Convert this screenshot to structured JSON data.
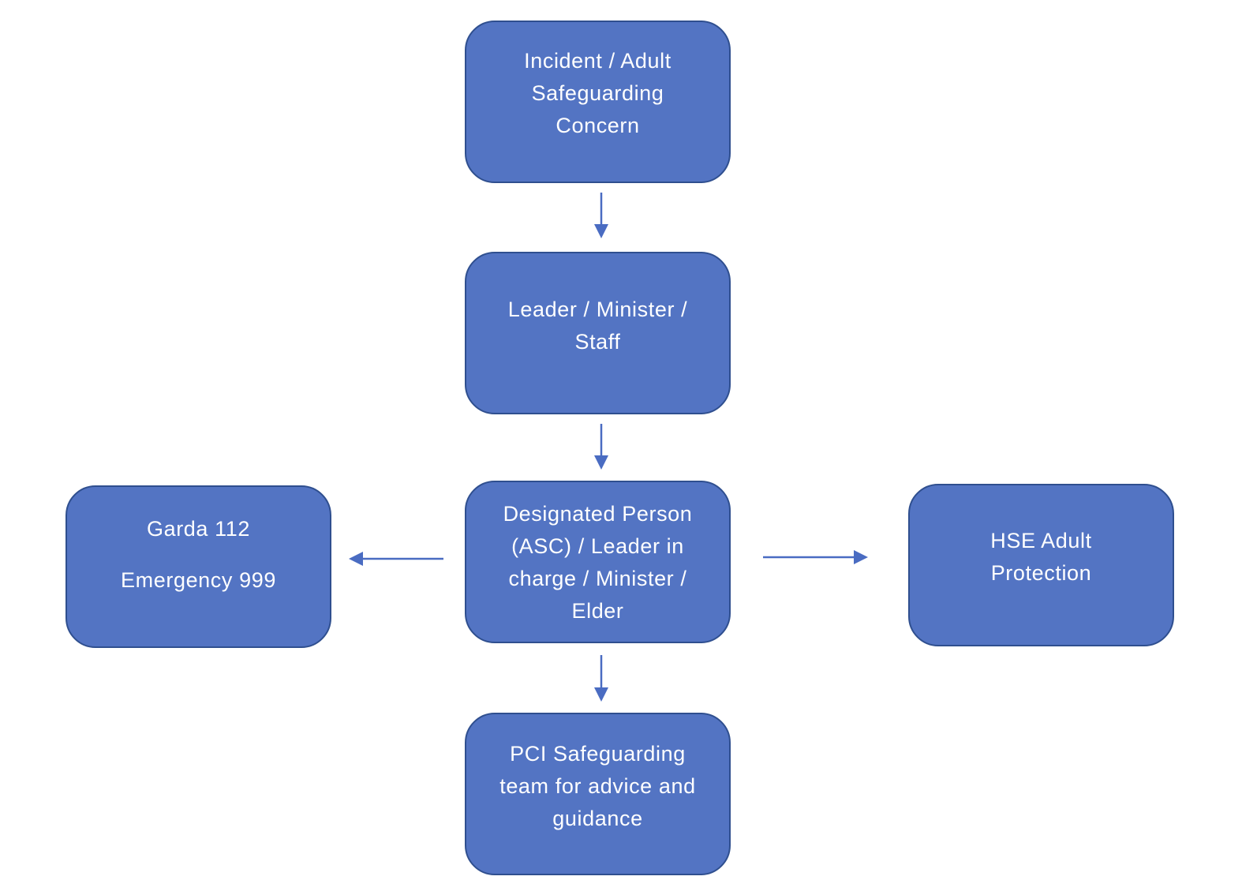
{
  "colors": {
    "node_fill": "#5374C3",
    "node_border": "#2F4F8F",
    "node_text": "#FFFFFF",
    "arrow": "#4A6CC2",
    "background": "#FFFFFF"
  },
  "nodes": {
    "incident": {
      "lines": [
        "Incident / Adult",
        "Safeguarding",
        "Concern"
      ]
    },
    "leader": {
      "lines": [
        "Leader / Minister /",
        "Staff"
      ]
    },
    "designated": {
      "lines": [
        "Designated Person",
        "(ASC) / Leader in",
        "charge / Minister /",
        "Elder"
      ]
    },
    "garda": {
      "lines": [
        "Garda 112",
        "Emergency 999"
      ]
    },
    "hse": {
      "lines": [
        "HSE Adult",
        "Protection"
      ]
    },
    "pci": {
      "lines": [
        "PCI Safeguarding",
        "team for advice and",
        "guidance"
      ]
    }
  },
  "edges": [
    {
      "from": "incident",
      "to": "leader"
    },
    {
      "from": "leader",
      "to": "designated"
    },
    {
      "from": "designated",
      "to": "garda"
    },
    {
      "from": "designated",
      "to": "hse"
    },
    {
      "from": "designated",
      "to": "pci"
    }
  ]
}
